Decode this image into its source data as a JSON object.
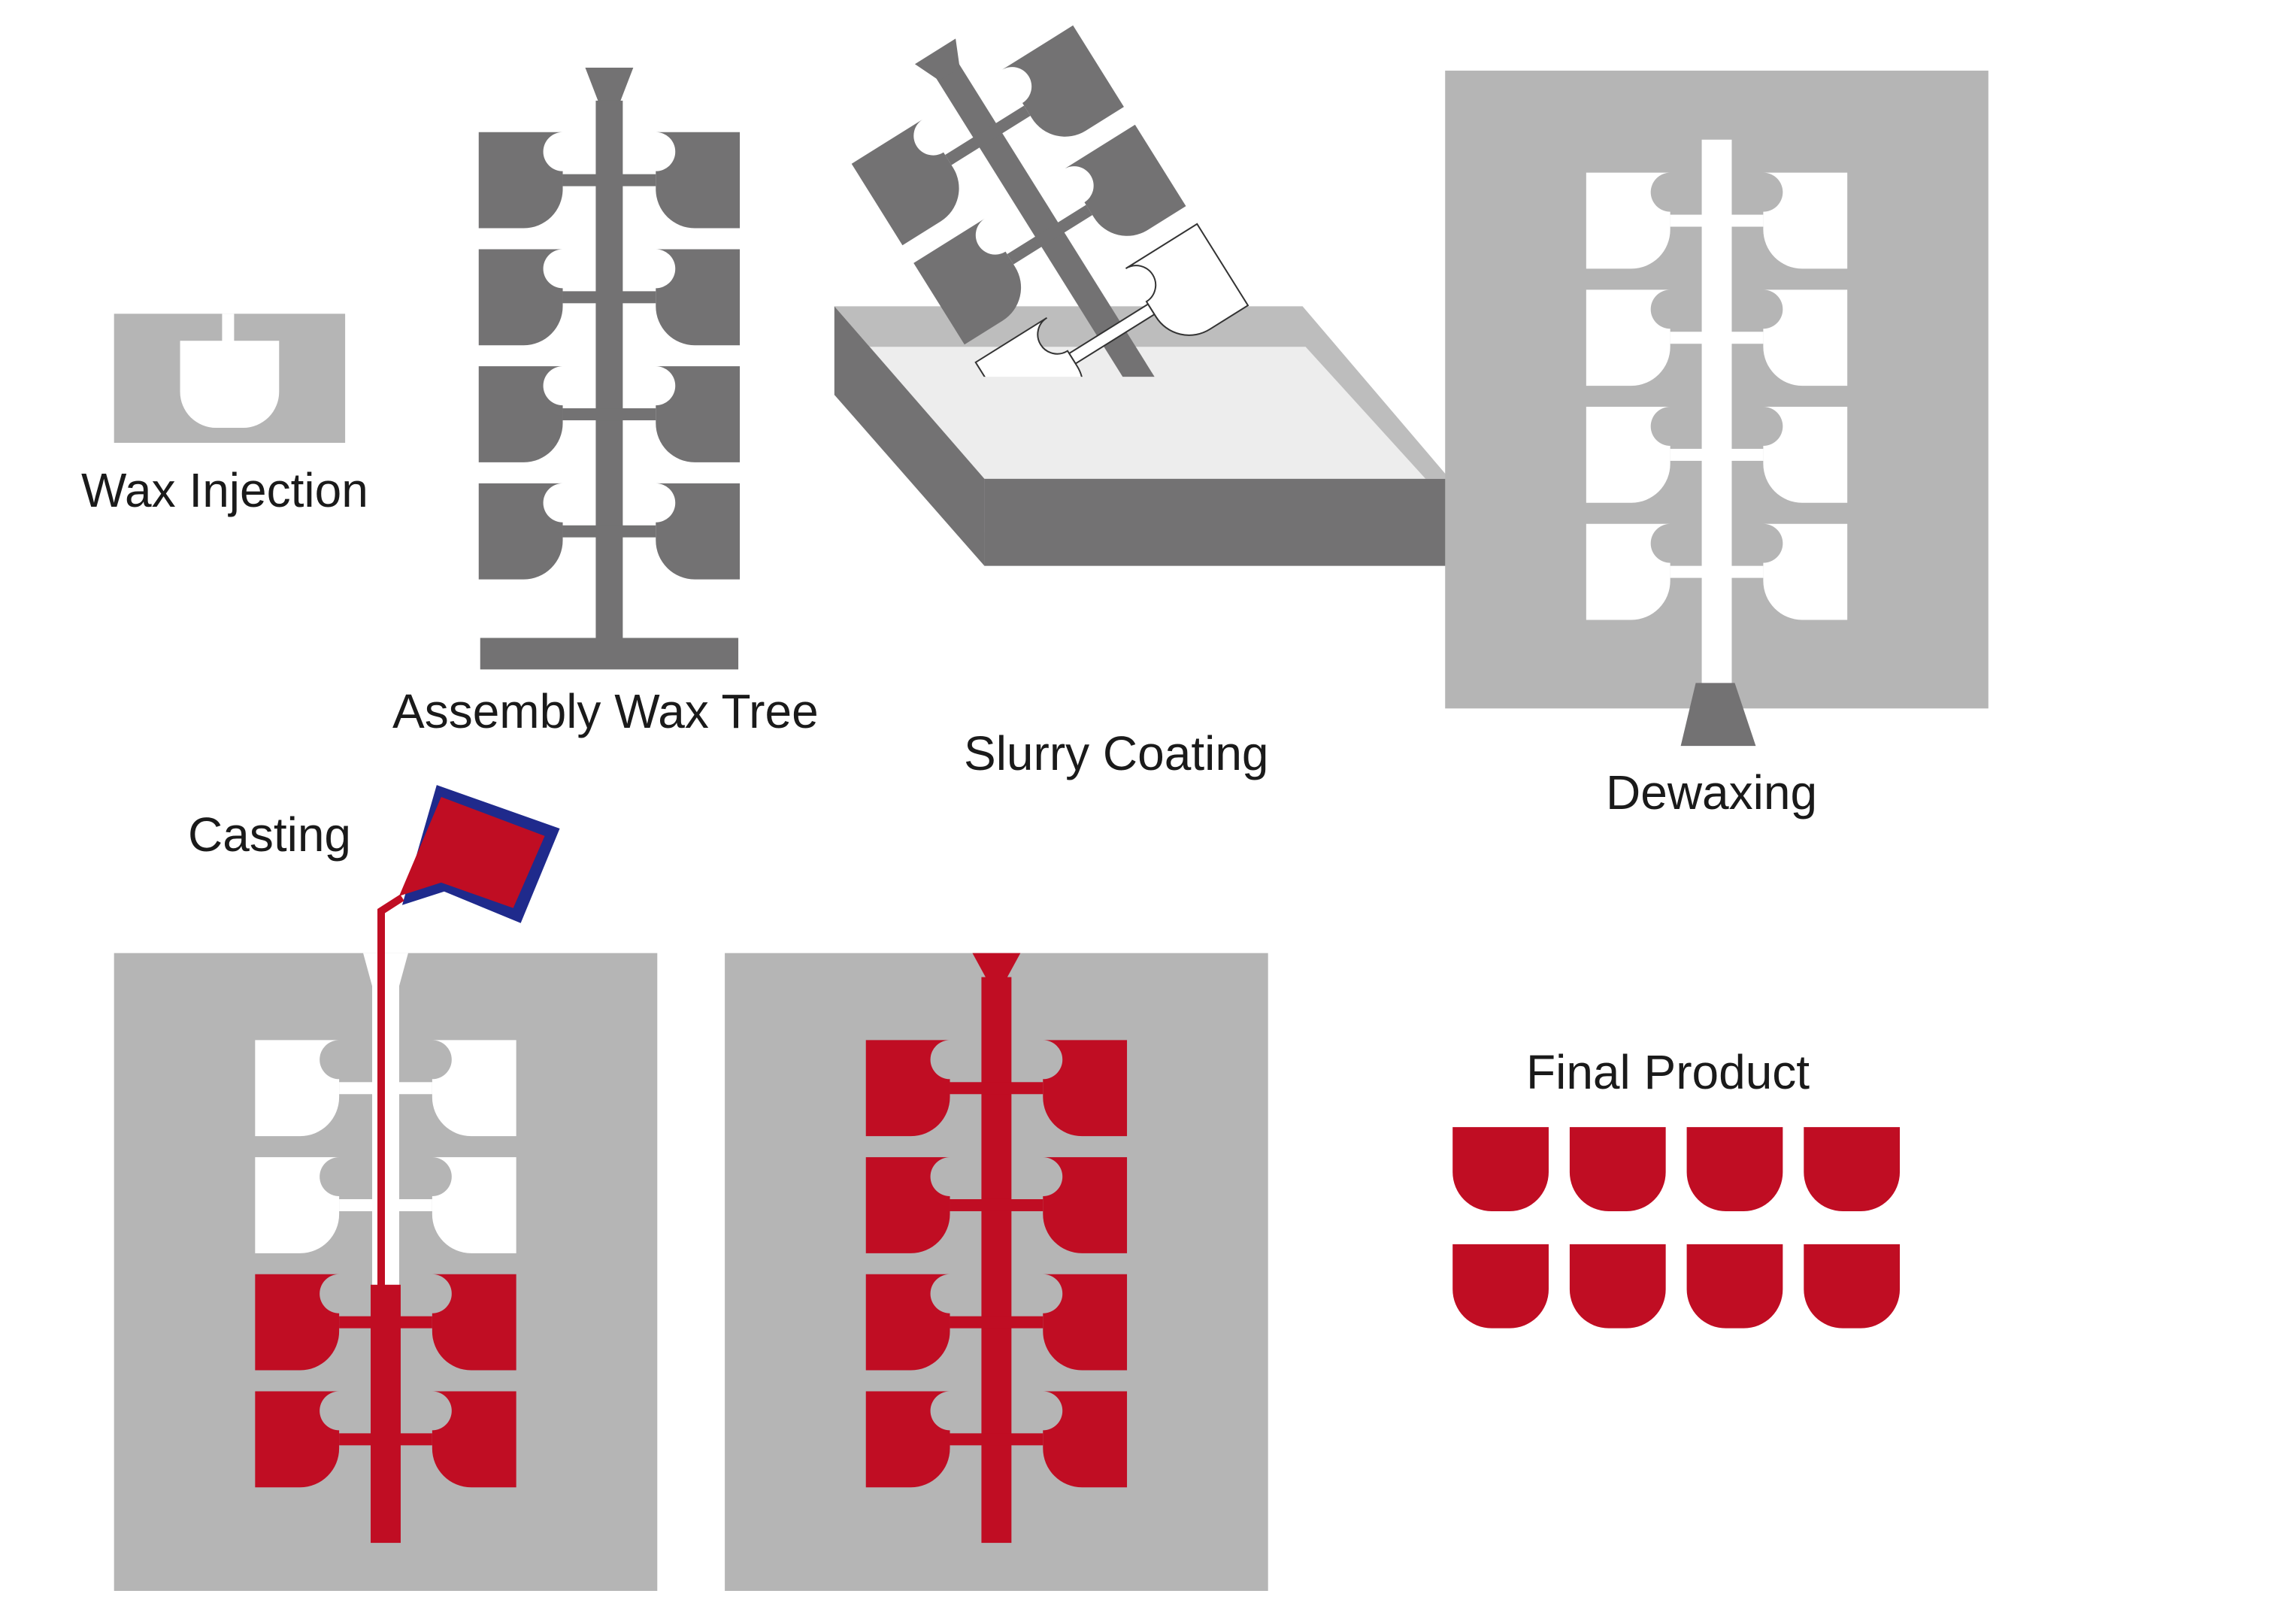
{
  "labels": {
    "wax_injection": "Wax Injection",
    "assembly_wax_tree": "Assembly Wax Tree",
    "slurry_coating": "Slurry Coating",
    "dewaxing": "Dewaxing",
    "casting": "Casting",
    "final_product": "Final Product"
  },
  "colors": {
    "wax": "#737273",
    "mold": "#b5b5b5",
    "cavity": "#ffffff",
    "metal": "#c00d23",
    "ladle_rim": "#1f2a8c",
    "slurry_surface": "#ededed",
    "slurry_side": "#737273",
    "slurry_rim": "#bdbdbd"
  },
  "casting_stage": {
    "filled_levels": 2,
    "empty_levels": 2
  },
  "final_product": {
    "rows": 2,
    "columns": 4
  }
}
